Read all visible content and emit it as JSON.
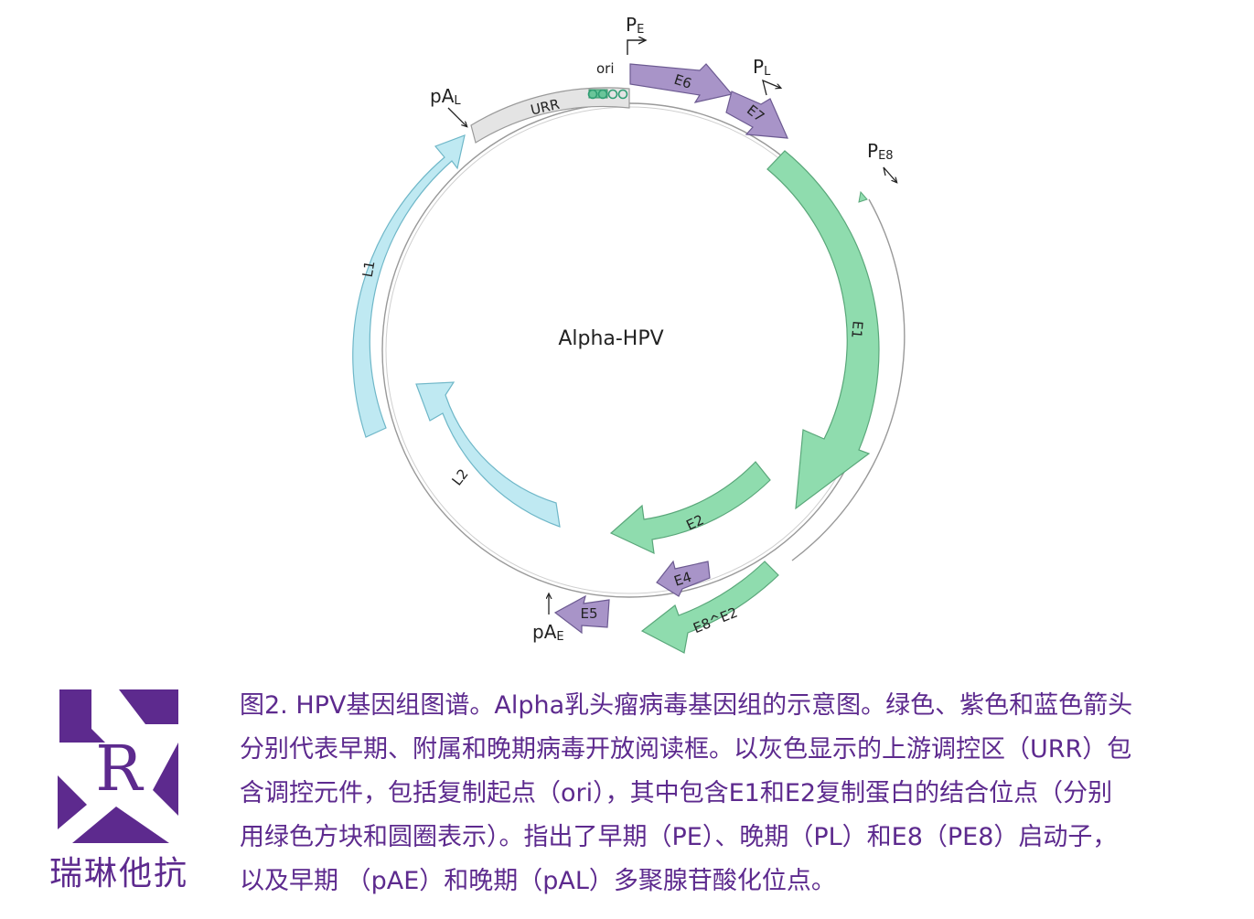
{
  "diagram": {
    "center_title": "Alpha-HPV",
    "genes": {
      "urr": "URR",
      "e6": "E6",
      "e7": "E7",
      "e1": "E1",
      "e2": "E2",
      "e4": "E4",
      "e5": "E5",
      "e8e2": "E8^E2",
      "l1": "L1",
      "l2": "L2"
    },
    "ori": "ori",
    "promoters": {
      "pe": {
        "main": "P",
        "sub": "E"
      },
      "pl": {
        "main": "P",
        "sub": "L"
      },
      "pe8": {
        "main": "P",
        "sub": "E8"
      }
    },
    "polya": {
      "pal": {
        "main": "pA",
        "sub": "L"
      },
      "pae": {
        "main": "pA",
        "sub": "E"
      }
    },
    "colors": {
      "early": "#8fdcae",
      "accessory": "#a894c8",
      "late": "#bfe9f2",
      "urr": "#e4e4e4",
      "brand": "#5d2a8e"
    }
  },
  "logo": {
    "letter": "R",
    "brand_name": "瑞琳他抗"
  },
  "caption": {
    "lines": [
      "图2.  HPV基因组图谱。Alpha乳头瘤病毒基因组的示意图。绿色、紫色和蓝色箭头",
      "分别代表早期、附属和晚期病毒开放阅读框。以灰色显示的上游调控区（URR）包",
      "含调控元件，包括复制起点（ori），其中包含E1和E2复制蛋白的结合位点（分别",
      "用绿色方块和圆圈表示）。指出了早期（PE）、晚期（PL）和E8（PE8）启动子，",
      "以及早期 （pAE）和晚期（pAL）多聚腺苷酸化位点。"
    ]
  }
}
